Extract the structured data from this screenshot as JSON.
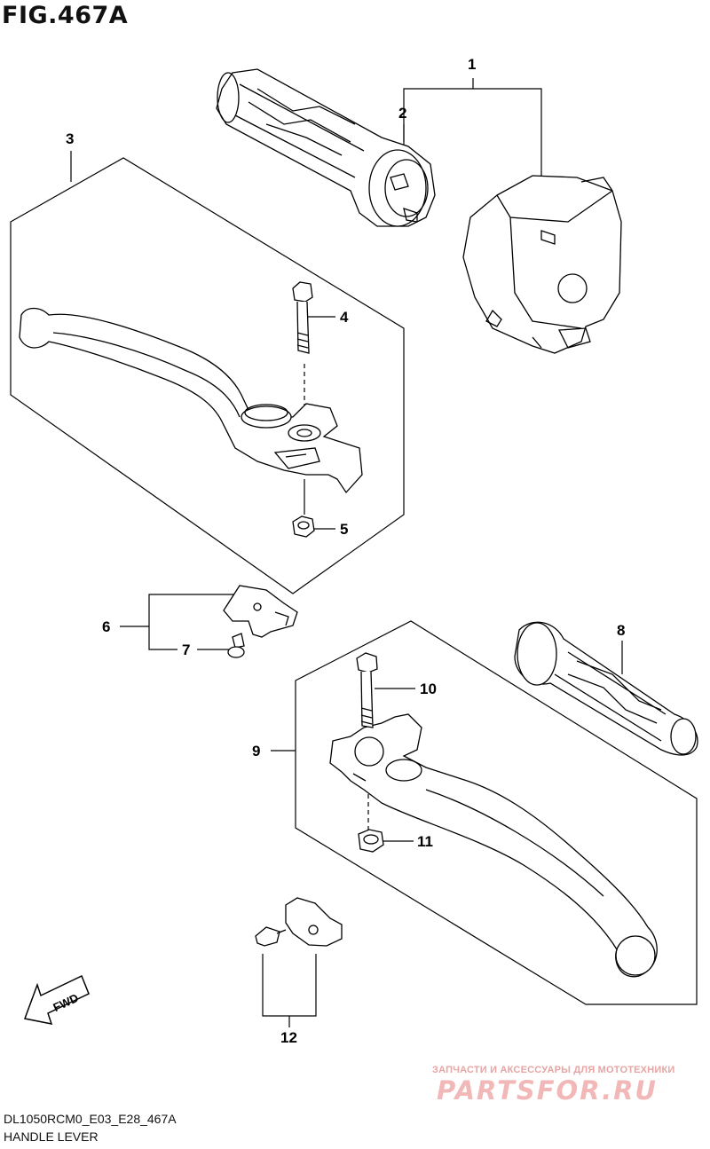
{
  "figure": {
    "title": "FIG.467A",
    "code": "DL1050RCM0_E03_E28_467A",
    "name": "HANDLE LEVER",
    "fwd_label": "FWD"
  },
  "callouts": [
    "1",
    "2",
    "3",
    "4",
    "5",
    "6",
    "7",
    "8",
    "9",
    "10",
    "11",
    "12"
  ],
  "watermark": {
    "line1": "ЗАПЧАСТИ И АКСЕССУАРЫ ДЛЯ МОТОТЕХНИКИ",
    "logo": "PARTSFOR.RU"
  }
}
